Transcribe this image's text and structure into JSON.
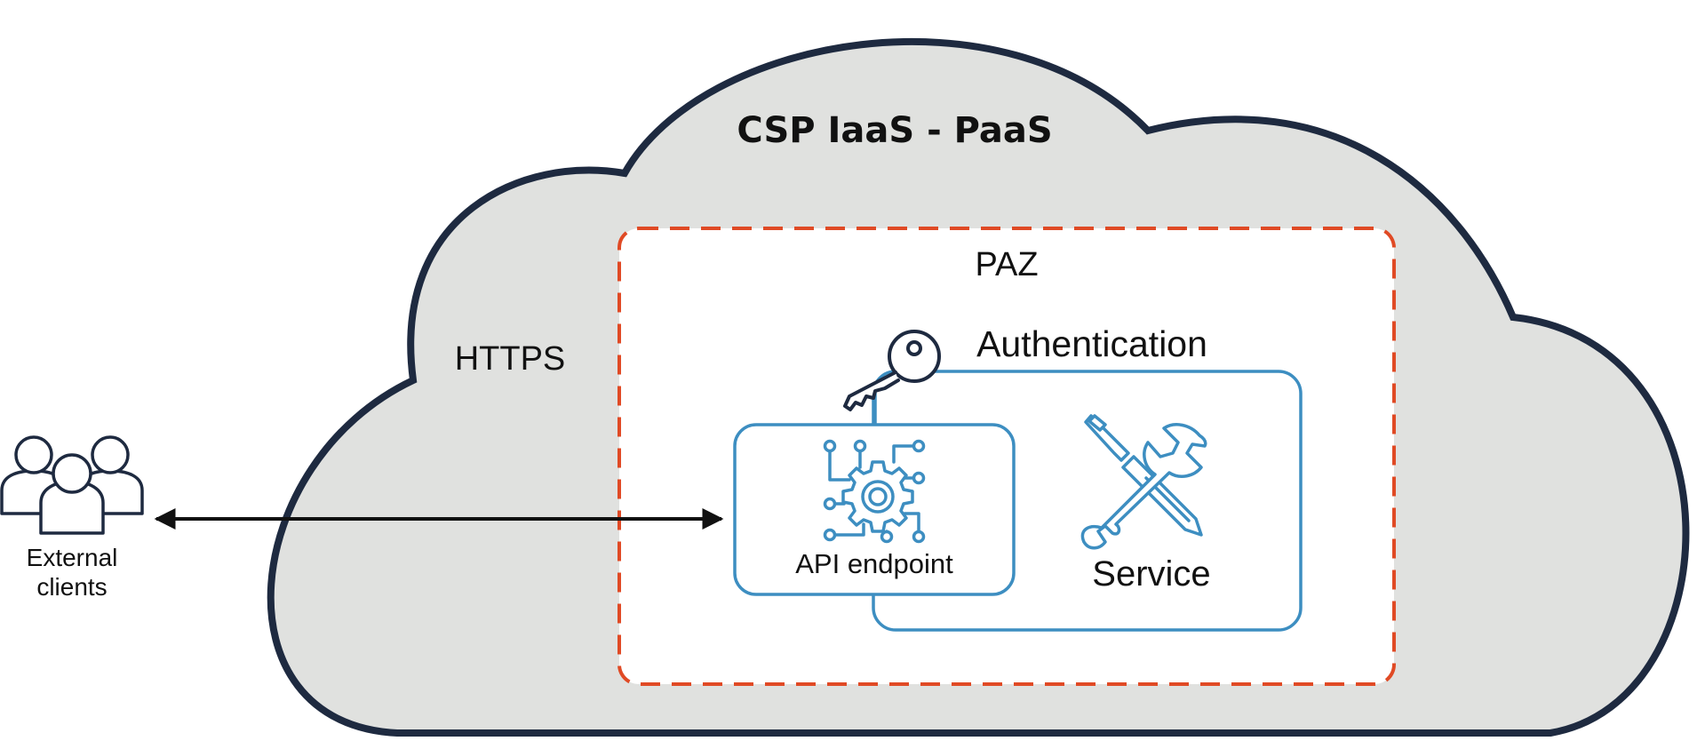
{
  "cloud": {
    "title": "CSP IaaS - PaaS",
    "fill_color": "#e0e1df",
    "stroke_color": "#1e2a40"
  },
  "paz": {
    "label": "PAZ",
    "border_color": "#e04a25"
  },
  "connection": {
    "label": "HTTPS"
  },
  "clients": {
    "line1": "External",
    "line2": "clients",
    "icon": "users-group-icon"
  },
  "authentication": {
    "label": "Authentication",
    "icon": "key-icon"
  },
  "api": {
    "label": "API endpoint",
    "icon": "gear-circuit-icon",
    "border_color": "#3d8ec1"
  },
  "service": {
    "label": "Service",
    "icon": "wrench-screwdriver-icon"
  }
}
